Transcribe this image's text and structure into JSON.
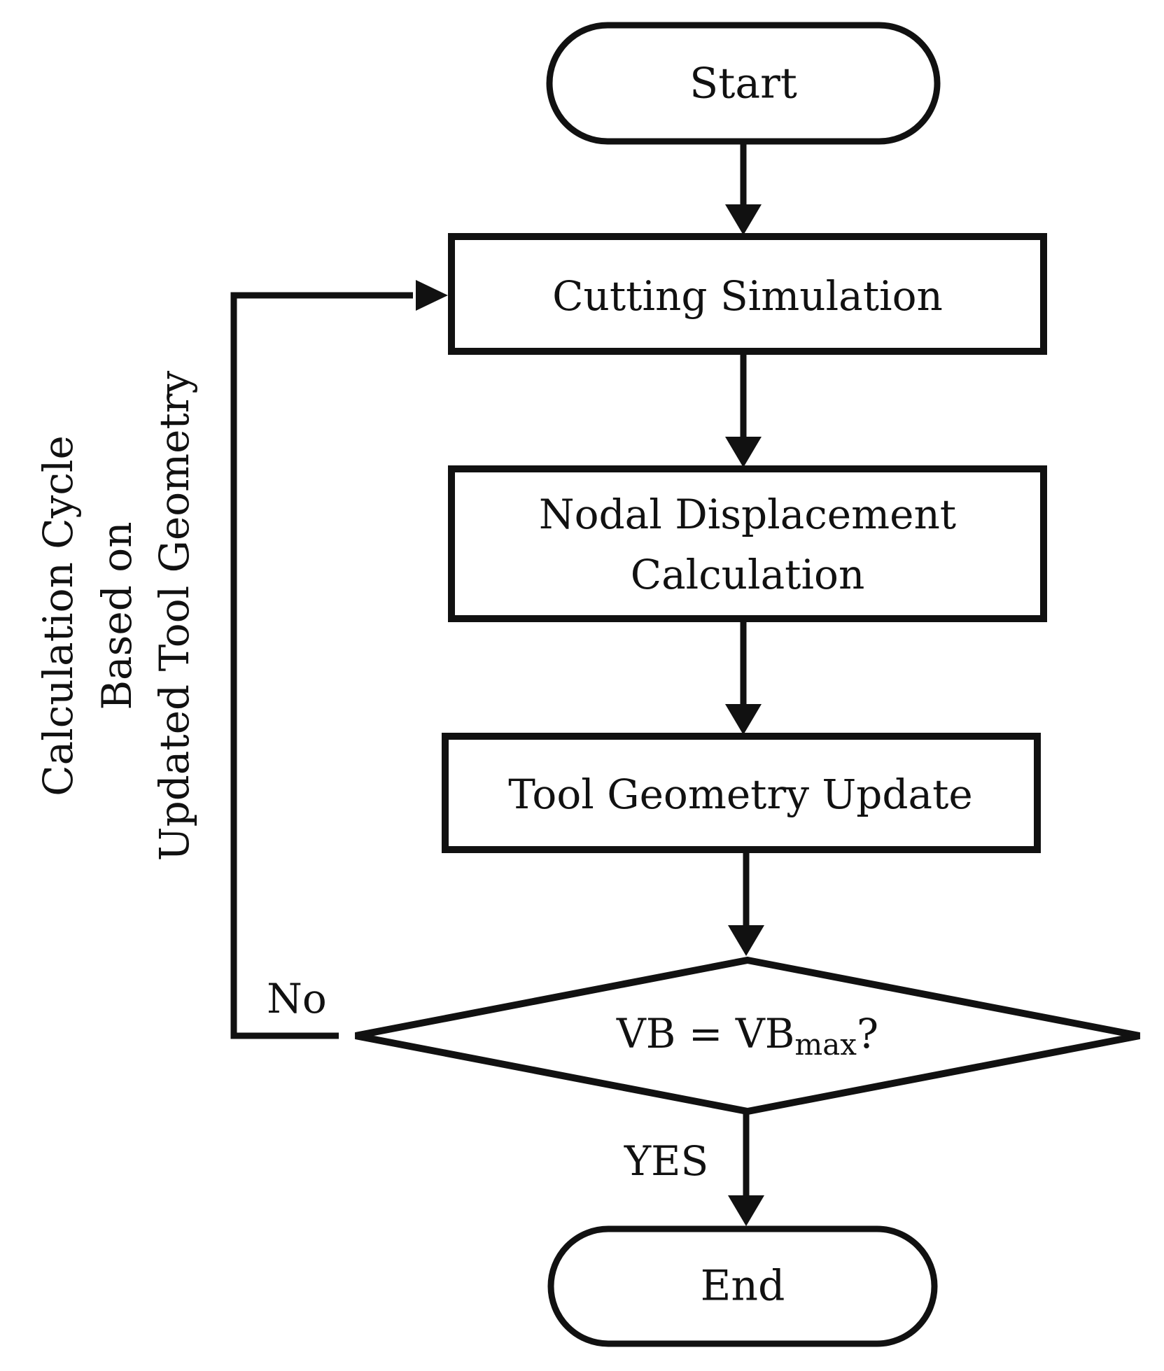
{
  "nodes": {
    "start": {
      "label": "Start"
    },
    "cutting_simulation": {
      "label": "Cutting Simulation"
    },
    "nodal_displacement": {
      "line1": "Nodal Displacement",
      "line2": "Calculation"
    },
    "tool_geometry_update": {
      "label": "Tool Geometry Update"
    },
    "decision": {
      "main": "VB = VB",
      "subscript": "max",
      "suffix": "?"
    },
    "end": {
      "label": "End"
    }
  },
  "edge_labels": {
    "no": "No",
    "yes": "YES"
  },
  "loop_label": {
    "line1": "Calculation Cycle",
    "line2": "Based on",
    "line3": "Updated Tool Geometry"
  },
  "colors": {
    "stroke": "#111111",
    "background": "#ffffff"
  }
}
